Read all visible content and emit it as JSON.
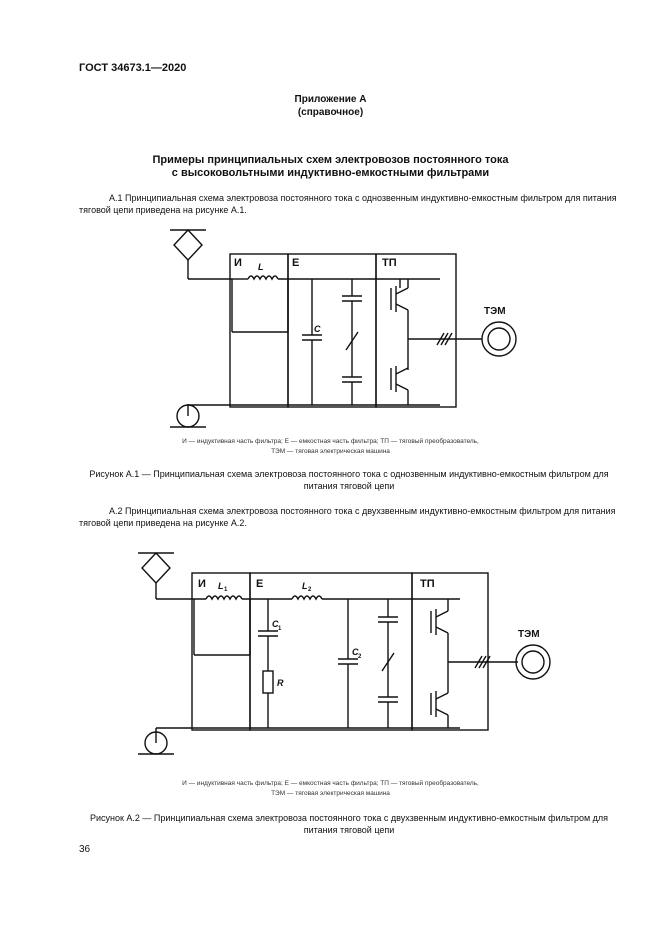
{
  "header": {
    "standard": "ГОСТ 34673.1—2020"
  },
  "appendix": {
    "title": "Приложение А",
    "subtitle": "(справочное)"
  },
  "section": {
    "title_line1": "Примеры принципиальных схем электровозов постоянного тока",
    "title_line2": "с высоковольтными индуктивно-емкостными фильтрами"
  },
  "paragraph1": "А.1  Принципиальная схема электровоза постоянного тока с однозвенным индуктивно-емкостным фильтром для питания тяговой цепи приведена на рисунке А.1.",
  "figure1": {
    "labels": {
      "I": "И",
      "E": "Е",
      "TP": "ТП",
      "L": "L",
      "C": "C",
      "TEM": "ТЭМ"
    },
    "legend_line1": "И — индуктивная часть фильтра; Е — емкостная часть фильтра; ТП — тяговый преобразователь,",
    "legend_line2": "ТЭМ — тяговая электрическая машина",
    "caption": "Рисунок А.1 — Принципиальная схема электровоза постоянного тока с однозвенным индуктивно-емкостным фильтром для питания тяговой цепи"
  },
  "paragraph2": "А.2  Принципиальная схема электровоза постоянного тока с двухзвенным индуктивно-емкостным фильтром для питания тяговой цепи приведена на рисунке А.2.",
  "figure2": {
    "labels": {
      "I": "И",
      "E": "Е",
      "TP": "ТП",
      "L": "L",
      "L_sub": "1",
      "L2": "L",
      "L2_sub": "2",
      "C1": "C",
      "C1_sub": "1",
      "C2": "C",
      "C2_sub": "2",
      "R": "R",
      "TEM": "ТЭМ"
    },
    "legend_line1": "И — индуктивная часть фильтра; Е — емкостная часть фильтра; ТП — тяговый преобразователь,",
    "legend_line2": "ТЭМ — тяговая электрическая машина",
    "caption": "Рисунок А.2 — Принципиальная схема электровоза постоянного тока с двухзвенным индуктивно-емкостным фильтром для питания тяговой цепи"
  },
  "page_number": "36"
}
